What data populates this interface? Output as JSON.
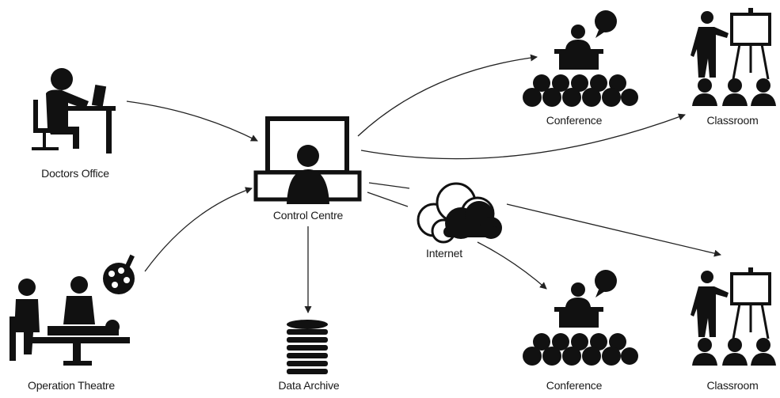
{
  "nodes": {
    "doctors_office": {
      "label": "Doctors Office",
      "icon": "doctor-at-desk-icon"
    },
    "operation_theatre": {
      "label": "Operation Theatre",
      "icon": "surgery-team-icon"
    },
    "control_centre": {
      "label": "Control Centre",
      "icon": "operator-monitors-icon"
    },
    "data_archive": {
      "label": "Data Archive",
      "icon": "database-stack-icon"
    },
    "internet": {
      "label": "Internet",
      "icon": "cloud-icon"
    },
    "conference_top": {
      "label": "Conference",
      "icon": "speaker-audience-icon"
    },
    "classroom_top": {
      "label": "Classroom",
      "icon": "teacher-board-icon"
    },
    "conference_bottom": {
      "label": "Conference",
      "icon": "speaker-audience-icon"
    },
    "classroom_bottom": {
      "label": "Classroom",
      "icon": "teacher-board-icon"
    }
  },
  "edges": [
    {
      "from": "doctors_office",
      "to": "control_centre"
    },
    {
      "from": "operation_theatre",
      "to": "control_centre"
    },
    {
      "from": "control_centre",
      "to": "data_archive"
    },
    {
      "from": "control_centre",
      "to": "conference_top"
    },
    {
      "from": "control_centre",
      "to": "classroom_top"
    },
    {
      "from": "control_centre",
      "to": "internet"
    },
    {
      "from": "internet",
      "to": "conference_bottom"
    },
    {
      "from": "internet",
      "to": "classroom_bottom"
    }
  ],
  "colors": {
    "ink": "#111111",
    "background": "#ffffff"
  }
}
